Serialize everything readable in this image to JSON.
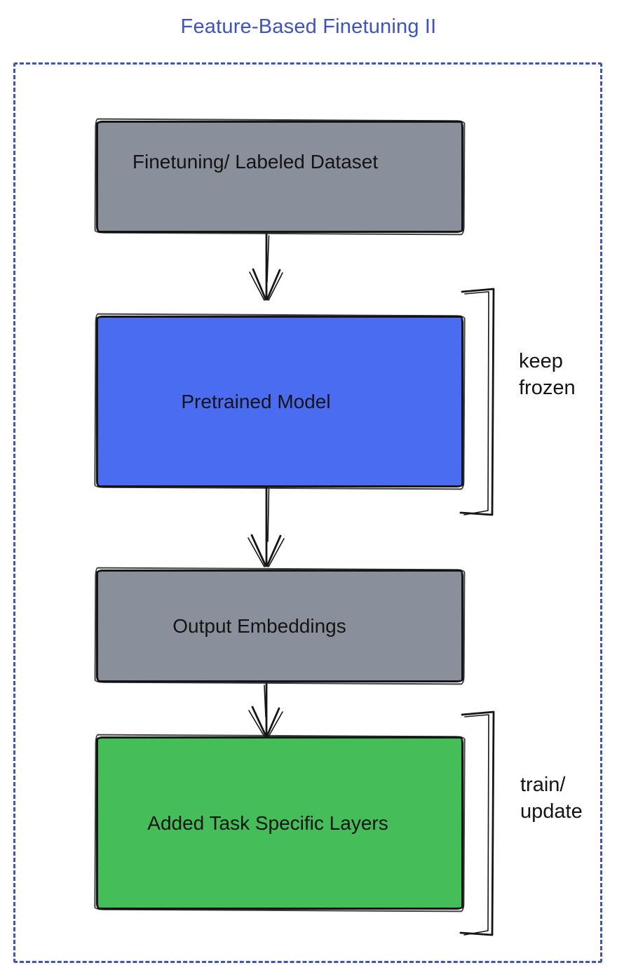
{
  "title": "Feature-Based Finetuning II",
  "colors": {
    "title_text": "#3d52c9",
    "dotted_border": "#4053c6",
    "box_stroke": "#161616",
    "dataset_fill": "#8a909b",
    "pretrained_fill": "#4a6cf0",
    "embeddings_fill": "#8a909b",
    "task_layers_fill": "#45bd58"
  },
  "boxes": {
    "dataset": {
      "label": "Finetuning/ Labeled Dataset"
    },
    "pretrained": {
      "label": "Pretrained Model"
    },
    "embeddings": {
      "label": "Output Embeddings"
    },
    "task_layers": {
      "label": "Added Task Specific Layers"
    }
  },
  "annotations": {
    "keep_frozen": {
      "line1": "keep",
      "line2": "frozen"
    },
    "train_update": {
      "line1": "train/",
      "line2": "update"
    }
  }
}
